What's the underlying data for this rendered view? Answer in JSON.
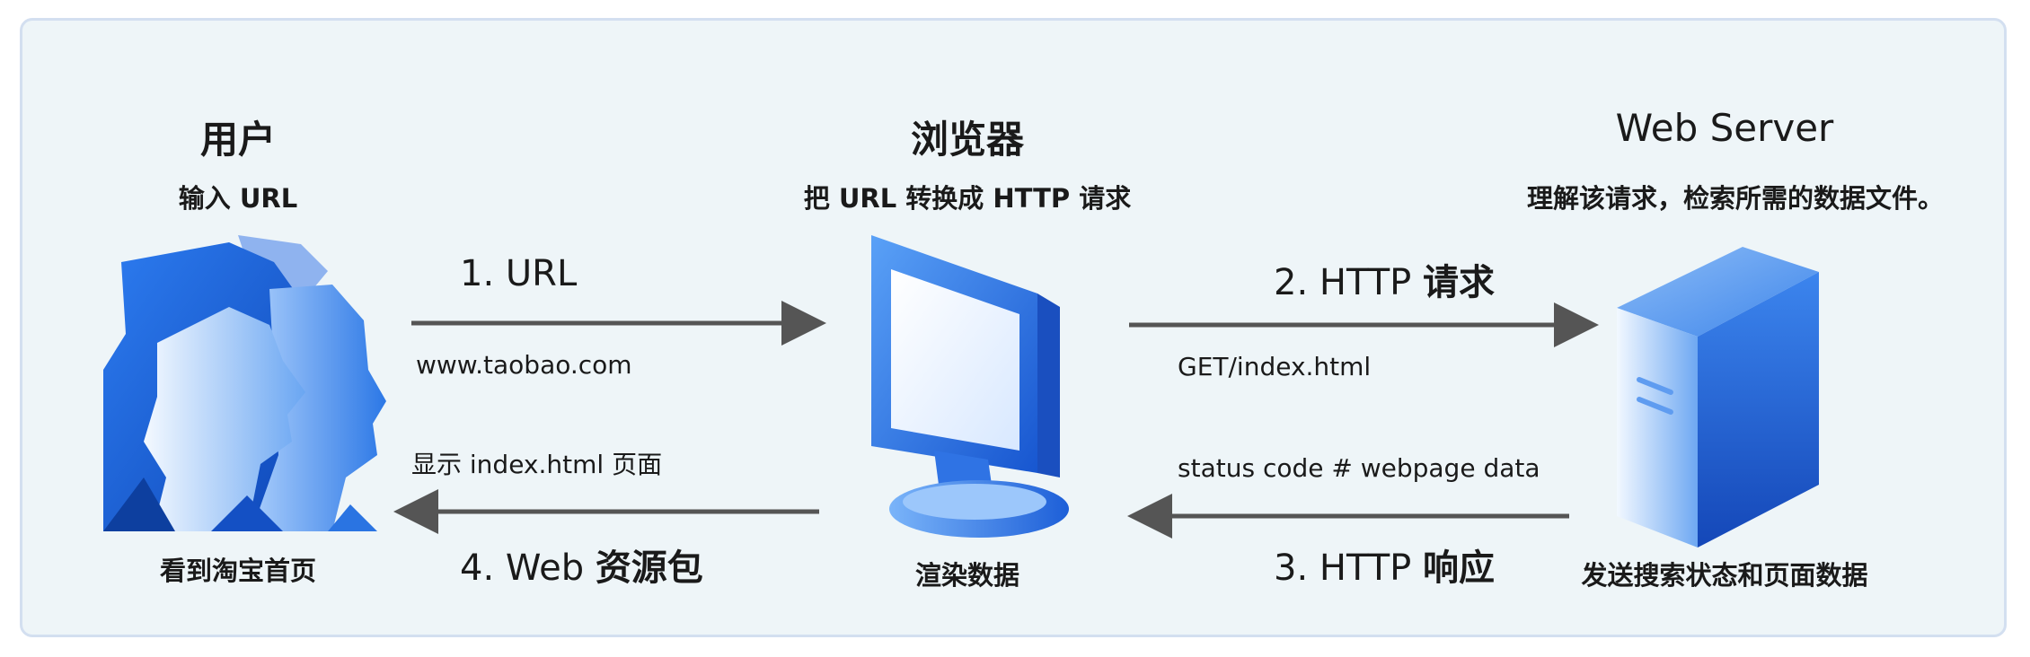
{
  "nodes": {
    "user": {
      "title": "用户",
      "subtitle": "输入 URL",
      "caption": "看到淘宝首页"
    },
    "browser": {
      "title": "浏览器",
      "subtitle": "把 URL 转换成 HTTP 请求",
      "caption": "渲染数据"
    },
    "server": {
      "title": "Web Server",
      "subtitle": "理解该请求，检索所需的数据文件。",
      "caption": "发送搜索状态和页面数据"
    }
  },
  "arrows": {
    "step1": {
      "label": "1. URL",
      "detail": "www.taobao.com"
    },
    "step2": {
      "label_prefix": "2. HTTP ",
      "label_cjk": "请求",
      "detail": "GET/index.html"
    },
    "step3": {
      "label_prefix": "3. HTTP ",
      "label_cjk": "响应",
      "detail": "status code # webpage data"
    },
    "step4": {
      "label_prefix": "4. Web ",
      "label_cjk": "资源包",
      "detail": "显示 index.html 页面"
    }
  },
  "icons": [
    "users-icon",
    "monitor-icon",
    "server-icon"
  ],
  "colors": {
    "background": "#eef5f8",
    "border": "#d3dff0",
    "arrow": "#555555",
    "blue_dark": "#1c5fd6",
    "blue_light": "#e8f2ff"
  }
}
